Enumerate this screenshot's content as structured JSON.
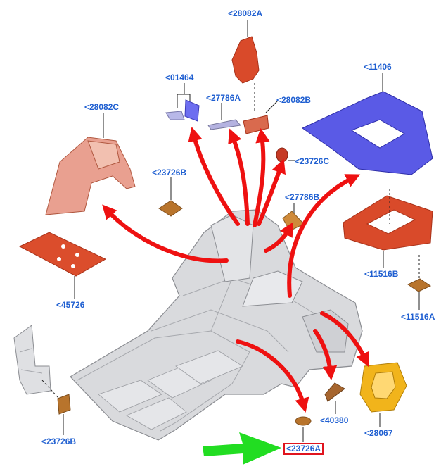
{
  "parts": [
    {
      "key": "p28082A",
      "code": "<28082A"
    },
    {
      "key": "p01464",
      "code": "<01464"
    },
    {
      "key": "p27786A",
      "code": "<27786A"
    },
    {
      "key": "p28082B",
      "code": "<28082B"
    },
    {
      "key": "p11406",
      "code": "<11406"
    },
    {
      "key": "p28082C",
      "code": "<28082C"
    },
    {
      "key": "p23726C",
      "code": "<23726C"
    },
    {
      "key": "p23726B_top",
      "code": "<23726B"
    },
    {
      "key": "p27786B",
      "code": "<27786B"
    },
    {
      "key": "p11516B",
      "code": "<11516B"
    },
    {
      "key": "p45726",
      "code": "<45726"
    },
    {
      "key": "p11516A",
      "code": "<11516A"
    },
    {
      "key": "p40380",
      "code": "<40380"
    },
    {
      "key": "p28067",
      "code": "<28067"
    },
    {
      "key": "p23726B_bottom",
      "code": "<23726B"
    },
    {
      "key": "p23726A",
      "code": "<23726A",
      "highlighted": true
    }
  ],
  "colors": {
    "label": "#1f5fd1",
    "highlight": "#e0141e",
    "arrow_red": "#ee1111",
    "arrow_green": "#22dd22",
    "insulation": "#d94a2a",
    "pad": "#b8742c",
    "panel_blue": "#5a5ae6",
    "shield_yellow": "#f1b41b",
    "body_grey": "#d9dadd"
  }
}
